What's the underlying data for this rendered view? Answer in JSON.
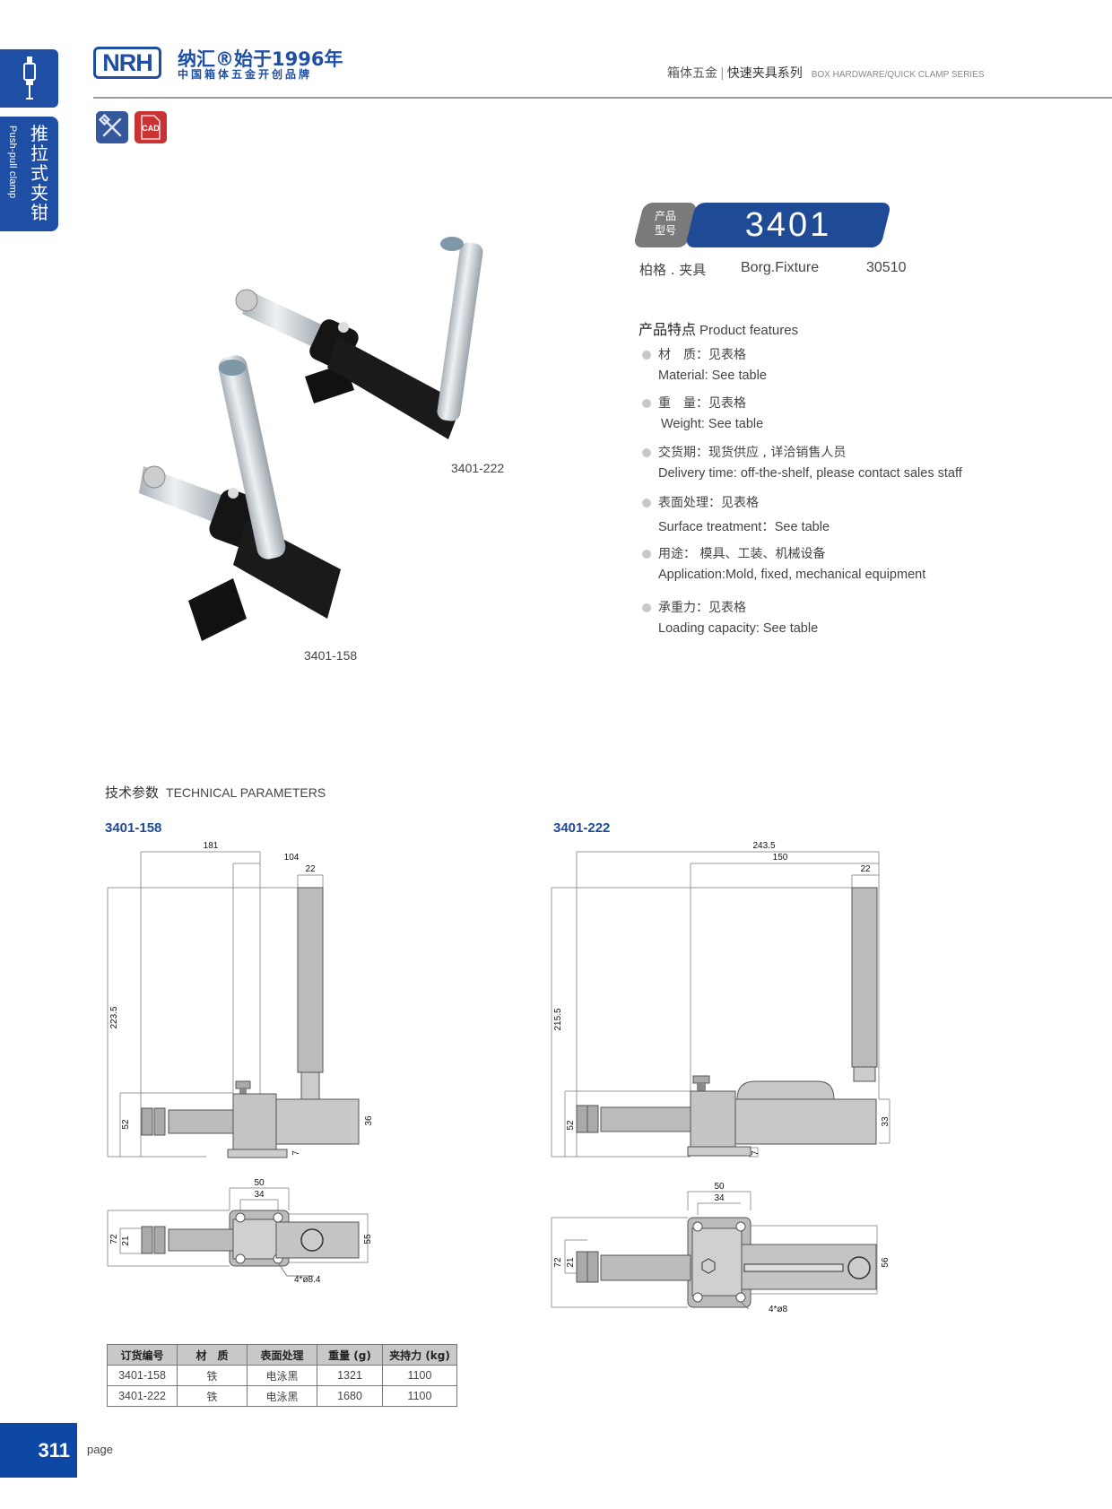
{
  "side_tab": {
    "category_cn": "推拉式夹钳",
    "category_en": "Push-pull clamp",
    "icon": "clamp-product-icon"
  },
  "header": {
    "logo_text": "NRH",
    "brand_line1": "纳汇®始于1996年",
    "brand_line2": "中国箱体五金开创品牌",
    "section_cn_left": "箱体五金",
    "separator": "|",
    "section_cn_right": "快速夹具系列",
    "section_en": "BOX HARDWARE/QUICK CLAMP SERIES",
    "tool_icons": [
      {
        "name": "tools-icon",
        "color": "#35579b"
      },
      {
        "name": "cad-file-icon",
        "label": "CAD",
        "color": "#c93333"
      }
    ]
  },
  "product": {
    "badge_label": "产品\n型号",
    "badge_label_line1": "产品",
    "badge_label_line2": "型号",
    "model": "3401",
    "name_cn": "柏格 . 夹具",
    "name_en": "Borg.Fixture",
    "code": "30510",
    "photos": [
      {
        "label": "3401-222"
      },
      {
        "label": "3401-158"
      }
    ]
  },
  "features": {
    "title_cn": "产品特点",
    "title_en": "Product features",
    "items": [
      {
        "cn": "材　质：见表格",
        "en": "Material: See table"
      },
      {
        "cn": "重　量：见表格",
        "en": "Weight: See table"
      },
      {
        "cn": "交货期：现货供应 , 详洽销售人员",
        "en": "Delivery time: off-the-shelf, please contact sales staff"
      },
      {
        "cn": "表面处理：见表格",
        "en": "Surface treatment：See table"
      },
      {
        "cn": "用途： 模具、工装、机械设备",
        "en": "Application:Mold, fixed, mechanical equipment"
      },
      {
        "cn": "承重力：见表格",
        "en": "Loading capacity: See table"
      }
    ]
  },
  "technical": {
    "title_cn": "技术参数",
    "title_en": "TECHNICAL PARAMETERS",
    "drawings": [
      {
        "model": "3401-158",
        "side": {
          "overall_width": "181",
          "handle_offset": "104",
          "handle_dia": "22",
          "height": "223.5",
          "body_height": "52",
          "barrel_height": "36",
          "base_thickness": "7"
        },
        "top": {
          "base_width": "50",
          "hole_spacing": "34",
          "overall_depth": "72",
          "knob_dia": "21",
          "barrel_width": "55",
          "holes": "4*ø8.4"
        }
      },
      {
        "model": "3401-222",
        "side": {
          "overall_width": "243.5",
          "handle_offset": "150",
          "handle_dia": "22",
          "height": "215.5",
          "body_height": "52",
          "barrel_height": "33",
          "base_thickness": "7"
        },
        "top": {
          "base_width": "50",
          "hole_spacing": "34",
          "overall_depth": "72",
          "knob_dia": "21",
          "barrel_width": "56",
          "holes": "4*ø8"
        }
      }
    ]
  },
  "spec_table": {
    "headers": [
      "订货编号",
      "材　质",
      "表面处理",
      "重量 (g)",
      "夹持力 (kg)"
    ],
    "rows": [
      [
        "3401-158",
        "铁",
        "电泳黑",
        "1321",
        "1100"
      ],
      [
        "3401-222",
        "铁",
        "电泳黑",
        "1680",
        "1100"
      ]
    ]
  },
  "footer": {
    "page_number": "311",
    "page_word": "page"
  }
}
